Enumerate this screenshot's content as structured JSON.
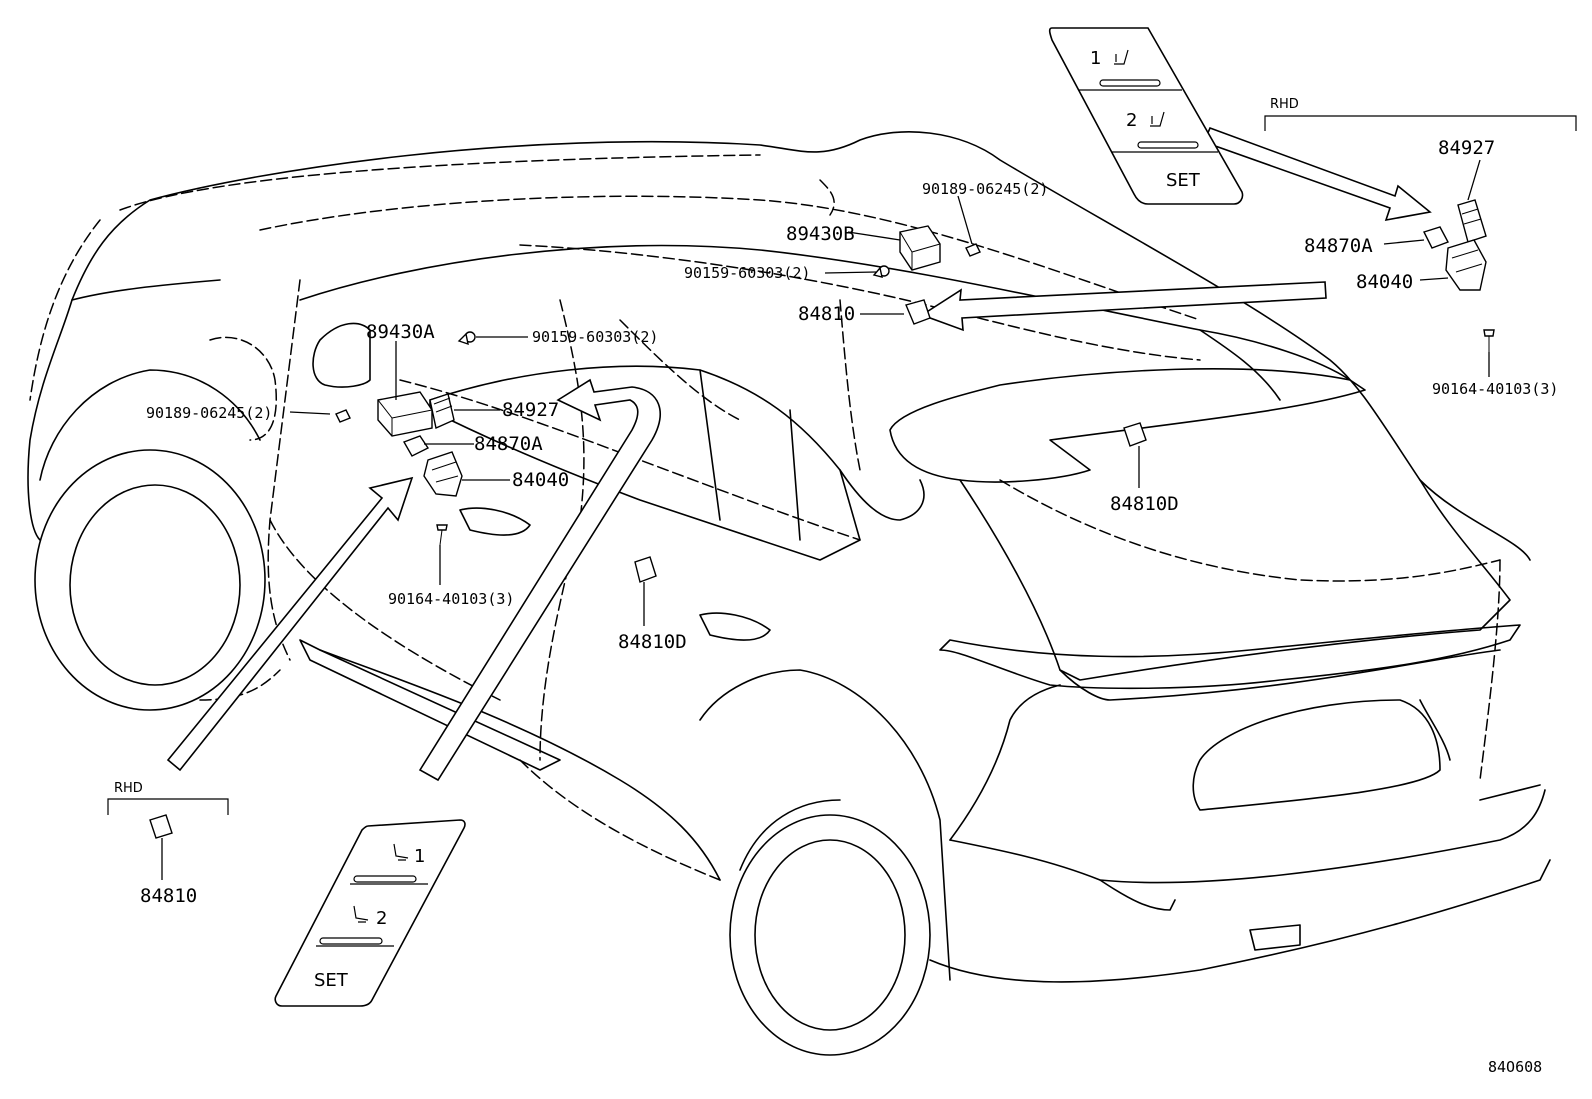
{
  "labels": {
    "p89430A": "89430A",
    "p89430B": "89430B",
    "p90159_left": "90159-60303(2)",
    "p90159_right": "90159-60303(2)",
    "p90189_left": "90189-06245(2)",
    "p90189_right": "90189-06245(2)",
    "p84927_left": "84927",
    "p84927_right": "84927",
    "p84870A_left": "84870A",
    "p84870A_right": "84870A",
    "p84040_left": "84040",
    "p84040_right": "84040",
    "p90164_left": "90164-40103(3)",
    "p90164_right": "90164-40103(3)",
    "p84810_top": "84810",
    "p84810_rhd": "84810",
    "p84810D_door": "84810D",
    "p84810D_rear": "84810D",
    "rhd_left": "RHD",
    "rhd_right": "RHD",
    "diagram_id": "84O608"
  },
  "memory_panel_top": {
    "btn1": "1",
    "btn2": "2",
    "set": "SET"
  },
  "memory_panel_bottom": {
    "btn1": "1",
    "btn2": "2",
    "set": "SET"
  },
  "icons": [
    "seat-icon",
    "arrow",
    "connector",
    "clip",
    "bolt"
  ]
}
